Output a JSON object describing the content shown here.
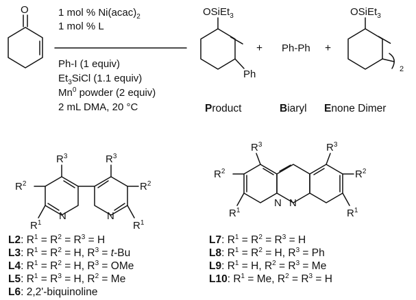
{
  "conditions": [
    "1 mol % Ni(acac)",
    "1 mol % L",
    "Ph-I (1 equiv)",
    "Et",
    "SiCl (1.1 equiv)",
    "Mn",
    " powder (2 equiv)",
    "2 mL DMA, 20 °C"
  ],
  "subscripts": {
    "two": "2",
    "three": "3",
    "zero": "0"
  },
  "atoms": {
    "O": "O",
    "OSiEt": "OSiEt",
    "Ph": "Ph",
    "N": "N",
    "R1": "R",
    "R2": "R",
    "R3": "R",
    "one": "1",
    "two": "2",
    "three": "3"
  },
  "plus": "+",
  "biphenyl": "Ph-Ph",
  "dimer_subscript": "2",
  "labels": {
    "product_initial": "P",
    "product_rest": "roduct",
    "biaryl_initial": "B",
    "biaryl_rest": "iaryl",
    "enone_initial": "E",
    "enone_rest": "none Dimer"
  },
  "ligands_left": [
    {
      "id": "L2",
      "rest": ": R",
      "desc": " = H"
    },
    {
      "id": "L3",
      "rest": ": R",
      "desc": " = H, R",
      "tail": " = ",
      "tbu": "t",
      "tbu2": "-Bu"
    },
    {
      "id": "L4",
      "rest": ": R",
      "desc": " = H, R",
      "tail": " = OMe"
    },
    {
      "id": "L5",
      "rest": ": R",
      "desc": " = H, R",
      "tail": " = Me"
    },
    {
      "id": "L6",
      "rest": ": 2,2'-biquinoline"
    }
  ],
  "ligands_right": [
    {
      "id": "L7",
      "rest": ": R",
      "desc": " = H"
    },
    {
      "id": "L8",
      "rest": ": R",
      "desc": " = H, R",
      "tail": " = Ph"
    },
    {
      "id": "L9",
      "rest": ": R",
      "desc": " = H, R",
      "tail": " = Me"
    },
    {
      "id": "L10",
      "rest": ": R",
      "desc": " = Me, R",
      "tail": " = H"
    }
  ],
  "eq": " = R"
}
